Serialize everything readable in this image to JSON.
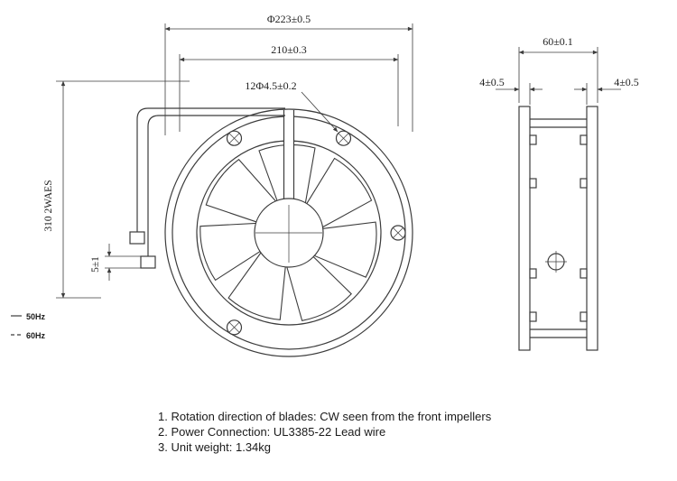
{
  "drawing": {
    "front_view": {
      "dim_outer_diameter": "Φ223±0.5",
      "dim_bolt_circle": "210±0.3",
      "dim_mounting_holes": "12Φ4.5±0.2",
      "dim_lead_wire": "310 2WAES",
      "dim_terminal": "5±1"
    },
    "side_view": {
      "dim_depth": "60±0.1",
      "dim_flange_left": "4±0.5",
      "dim_flange_right": "4±0.5"
    },
    "legend": {
      "solid_label": "50Hz",
      "dashed_label": "60Hz"
    },
    "notes": [
      "1. Rotation direction of blades: CW seen from the front impellers",
      "2. Power Connection: UL3385-22 Lead wire",
      "3. Unit weight: 1.34kg"
    ]
  }
}
